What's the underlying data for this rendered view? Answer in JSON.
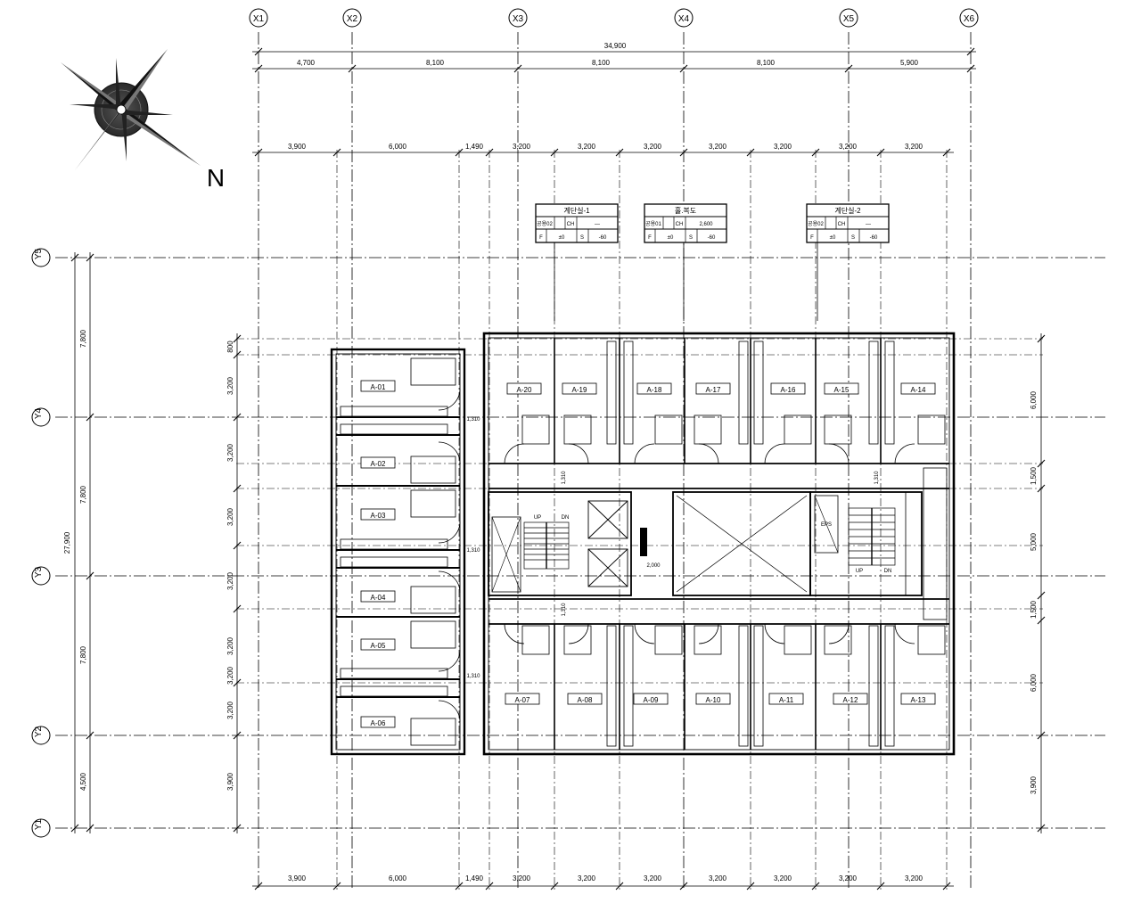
{
  "north_label": "N",
  "grid_axes": {
    "x": [
      "X1",
      "X2",
      "X3",
      "X4",
      "X5",
      "X6"
    ],
    "y": [
      "Y5",
      "Y4",
      "Y3",
      "Y2",
      "Y1"
    ]
  },
  "dimensions": {
    "top_overall": "34,900",
    "top_bays": [
      "4,700",
      "8,100",
      "8,100",
      "8,100",
      "5,900"
    ],
    "top_sub": [
      "3,900",
      "6,000",
      "1,490",
      "3,200",
      "3,200",
      "3,200",
      "3,200",
      "3,200",
      "3,200",
      "3,200"
    ],
    "bottom_sub": [
      "3,900",
      "6,000",
      "1,490",
      "3,200",
      "3,200",
      "3,200",
      "3,200",
      "3,200",
      "3,200",
      "3,200"
    ],
    "left_overall": "27,900",
    "left_bays": [
      "7,800",
      "7,800",
      "7,800",
      "4,500"
    ],
    "left_sub": [
      "800",
      "3,200",
      "3,200",
      "3,200",
      "3,200",
      "3,200",
      "3,200",
      "3,200",
      "3,900"
    ],
    "right_sub": [
      "6,000",
      "1,500",
      "5,000",
      "1,500",
      "6,000",
      "3,900"
    ],
    "interior": [
      "1,310",
      "1,310",
      "1,310",
      "1,310",
      "1,310",
      "1,310",
      "2,000"
    ]
  },
  "rooms": {
    "west": [
      "A-01",
      "A-02",
      "A-03",
      "A-04",
      "A-05",
      "A-06"
    ],
    "north": [
      "A-20",
      "A-19",
      "A-18",
      "A-17",
      "A-16",
      "A-15",
      "A-14"
    ],
    "south": [
      "A-07",
      "A-08",
      "A-09",
      "A-10",
      "A-11",
      "A-12",
      "A-13"
    ]
  },
  "stair_labels": [
    "UP",
    "DN",
    "UP",
    "DN",
    "EPS"
  ],
  "tag_tables": [
    {
      "title": "계단실-1",
      "r1": [
        "공용02",
        "CH",
        "—"
      ],
      "r2": [
        "F",
        "±0",
        "S",
        "-60"
      ]
    },
    {
      "title": "홀.복도",
      "r1": [
        "공용01",
        "CH",
        "2,600"
      ],
      "r2": [
        "F",
        "±0",
        "S",
        "-60"
      ]
    },
    {
      "title": "계단실-2",
      "r1": [
        "공용02",
        "CH",
        "—"
      ],
      "r2": [
        "F",
        "±0",
        "S",
        "-60"
      ]
    }
  ]
}
